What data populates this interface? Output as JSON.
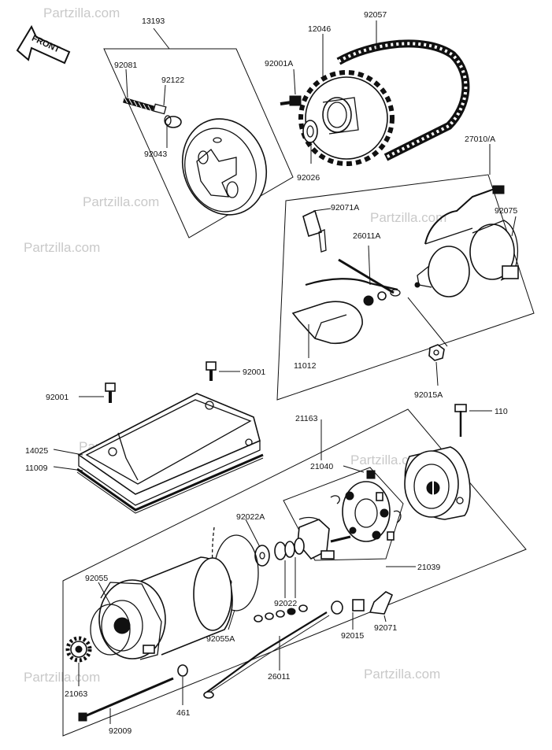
{
  "front_arrow": "FRONT",
  "watermark": "Partzilla.com",
  "labels": {
    "l13193": "13193",
    "l92081": "92081",
    "l92122": "92122",
    "l92043": "92043",
    "l12046": "12046",
    "l92057": "92057",
    "l92001A": "92001A",
    "l92026": "92026",
    "l27010A": "27010/A",
    "l92071A": "92071A",
    "l92075": "92075",
    "l26011A": "26011A",
    "l11012": "11012",
    "l92015A": "92015A",
    "l92001a": "92001",
    "l92001b": "92001",
    "l21163": "21163",
    "l110": "110",
    "l14025": "14025",
    "l11009": "11009",
    "l21040": "21040",
    "l92022A": "92022A",
    "l21039": "21039",
    "l92055": "92055",
    "l92022": "92022",
    "l92055A": "92055A",
    "l92015": "92015",
    "l92071": "92071",
    "l26011": "26011",
    "l21063": "21063",
    "l461": "461",
    "l92009": "92009"
  }
}
